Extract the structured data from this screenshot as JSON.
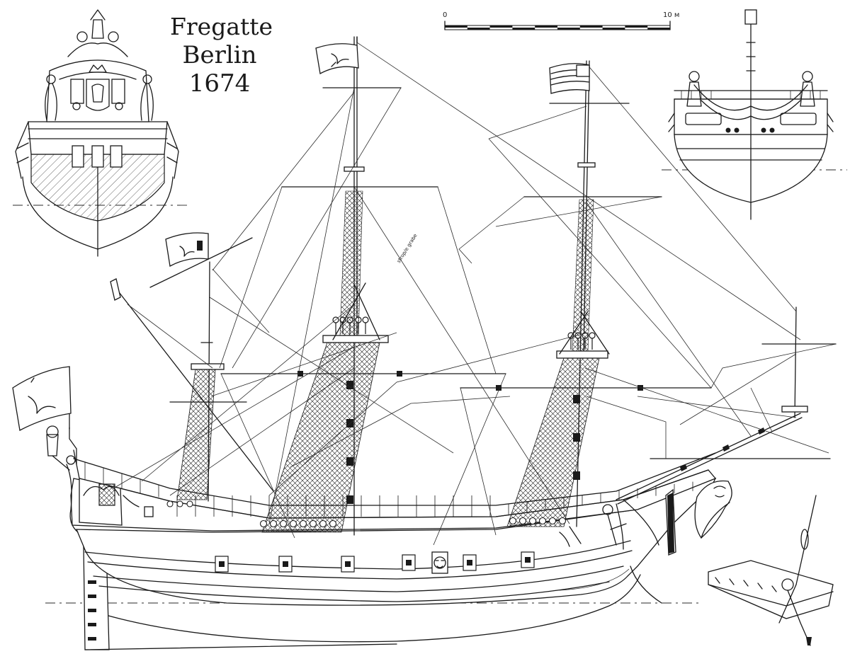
{
  "title": {
    "line1": "Fregatte",
    "line2": "Berlin",
    "line3": "1674"
  },
  "scale_bar": {
    "start_label": "0",
    "end_label": "10 м"
  },
  "stay_label": "strop/e grabe",
  "ink_color": "#1a1a1a",
  "paper_color": "#ffffff"
}
